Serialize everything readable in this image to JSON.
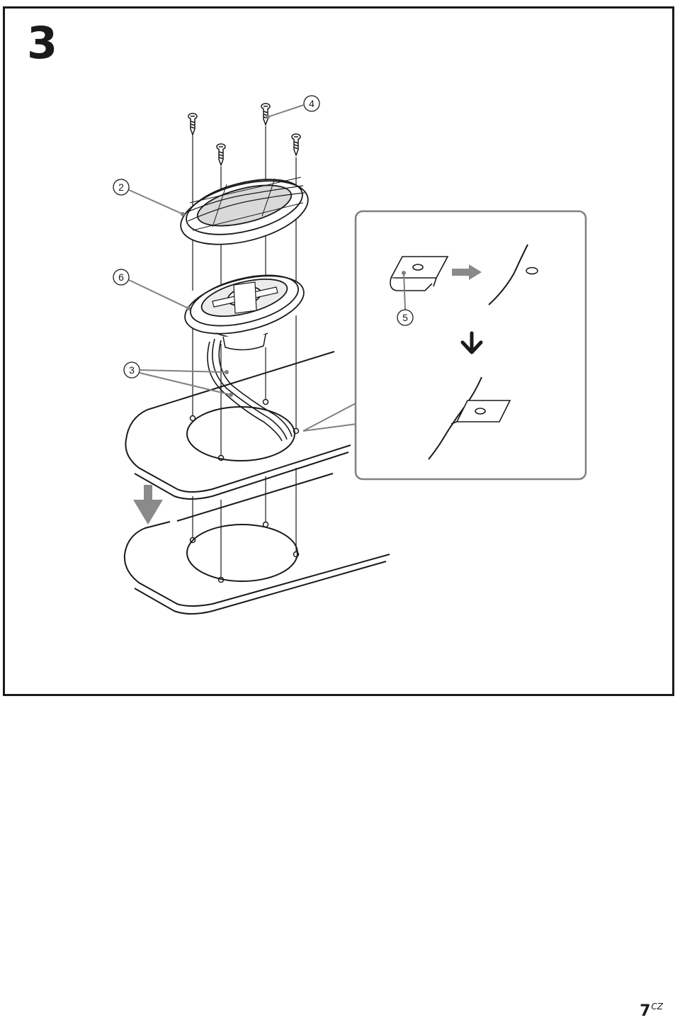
{
  "step": {
    "number": "3"
  },
  "callouts": {
    "c2": "2",
    "c3": "3",
    "c4": "4",
    "c5": "5",
    "c6": "6"
  },
  "footer": {
    "page_number": "7",
    "language": "CZ"
  },
  "colors": {
    "line": "#1a1a1a",
    "leader": "#808080",
    "arrow": "#8a8a8a"
  }
}
